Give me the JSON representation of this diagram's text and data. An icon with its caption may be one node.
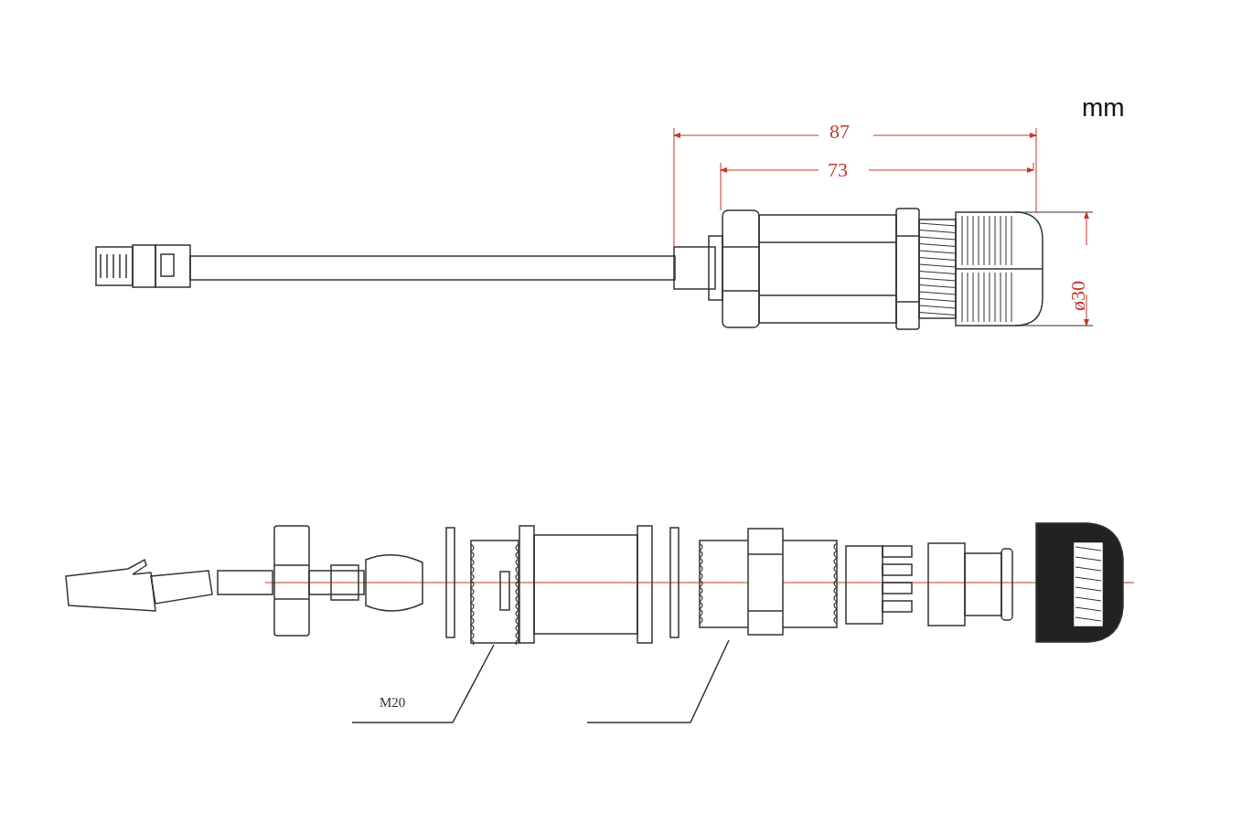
{
  "diagram": {
    "nodes": [
      {
        "text": [
          "M20"
        ]
      },
      {
        "text": [],
        "shape": "picture"
      },
      {
        "text": [],
        "shape": "picture"
      }
    ],
    "edges": [
      {
        "from": 0,
        "to": 1,
        "arrow": "none"
      },
      {
        "from": null,
        "to": 2,
        "arrow": "none"
      }
    ],
    "labels": [
      "mm",
      "87",
      "73",
      "ø30"
    ]
  }
}
